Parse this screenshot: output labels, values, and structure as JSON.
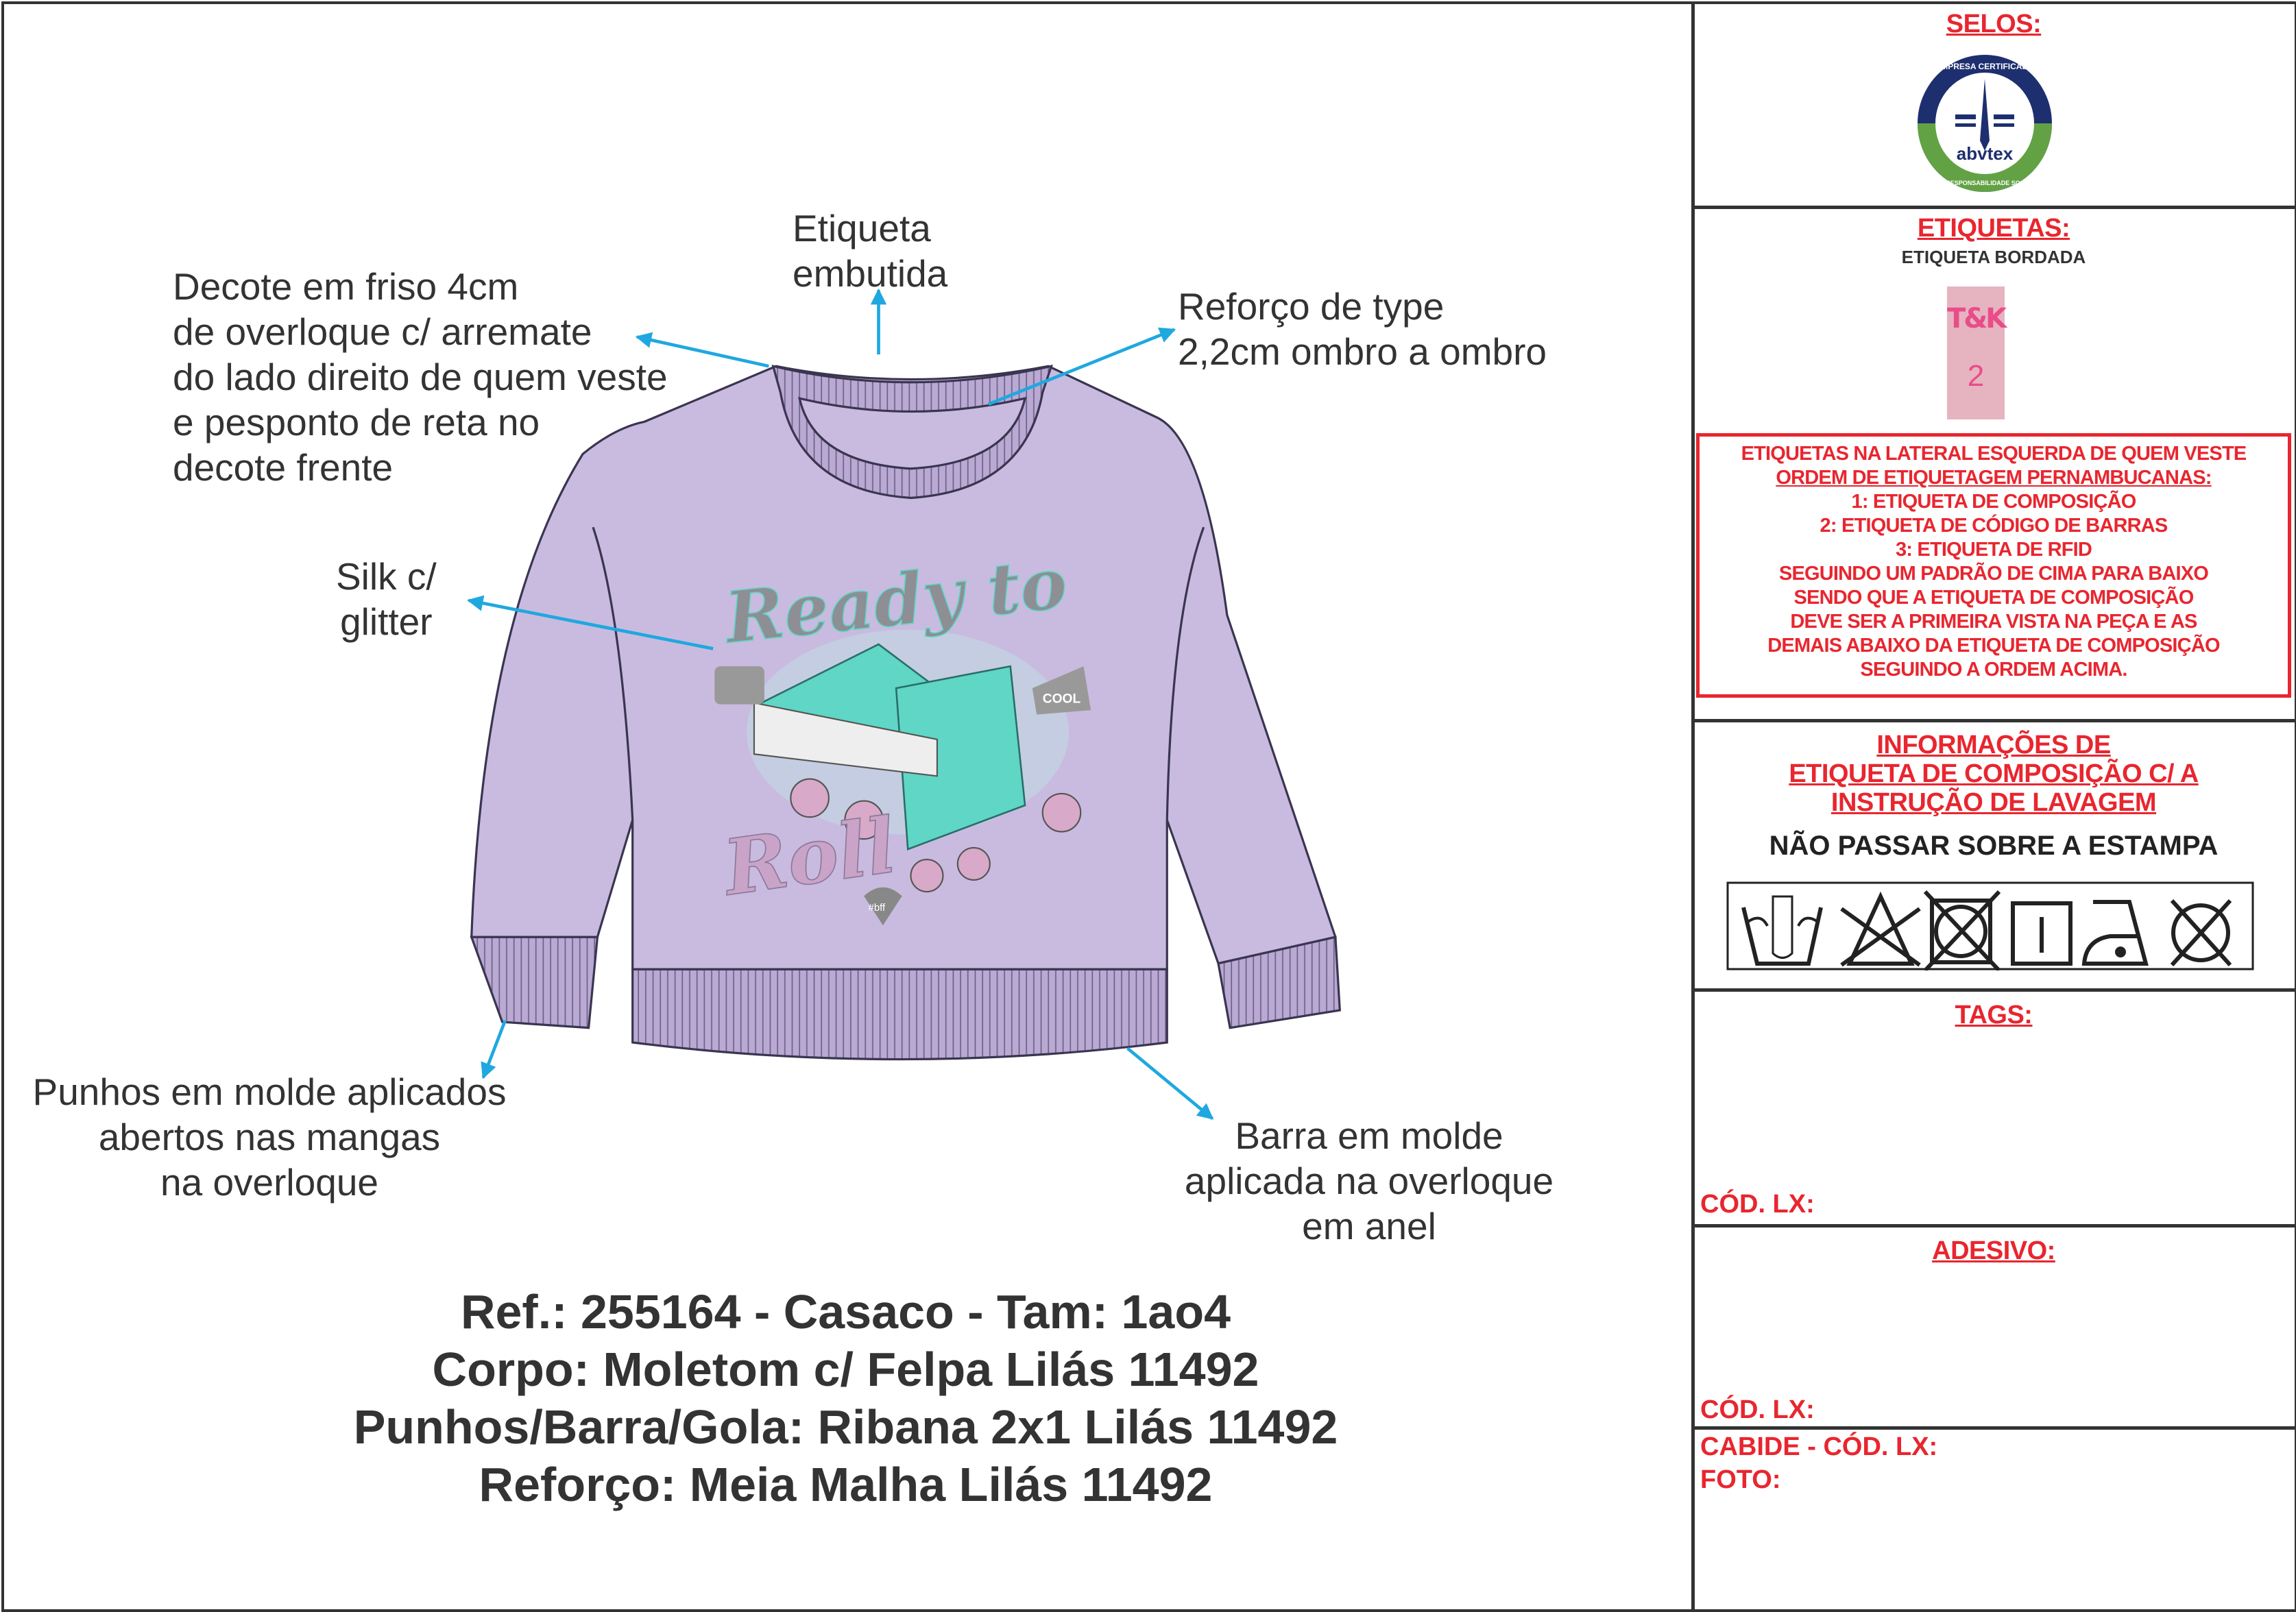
{
  "annotations": {
    "label_embutida": [
      "Etiqueta",
      "embutida"
    ],
    "decote": [
      "Decote em friso 4cm",
      "de overloque c/ arremate",
      "do lado direito de quem veste",
      "e pesponto de reta no",
      "decote frente"
    ],
    "reforco": [
      "Reforço de type",
      "2,2cm ombro a ombro"
    ],
    "silk": [
      "Silk c/",
      "glitter"
    ],
    "punhos": [
      "Punhos em molde aplicados",
      "abertos nas mangas",
      "na overloque"
    ],
    "barra": [
      "Barra em molde",
      "aplicada na overloque",
      "em anel"
    ]
  },
  "artwork": {
    "text1": "Ready to",
    "text2": "Roll",
    "badge1": "COOL",
    "badge2": "#bff"
  },
  "specs": [
    "Ref.: 255164 - Casaco - Tam: 1ao4",
    "Corpo: Moletom c/ Felpa Lilás 11492",
    "Punhos/Barra/Gola: Ribana 2x1 Lilás 11492",
    "Reforço: Meia Malha Lilás 11492"
  ],
  "panel": {
    "selos": {
      "title": "SELOS:",
      "seal_text": [
        "EMPRESA CERTIFICADA",
        "abvtex",
        "EM RESPONSABILIDADE SOCIAL"
      ]
    },
    "etiquetas": {
      "title": "ETIQUETAS:",
      "subtitle": "ETIQUETA BORDADA",
      "label_logo": "T&K",
      "label_size": "2"
    },
    "red_notice": [
      "ETIQUETAS NA LATERAL ESQUERDA DE QUEM VESTE",
      "ORDEM DE ETIQUETAGEM PERNAMBUCANAS:",
      "1: ETIQUETA DE COMPOSIÇÃO",
      "2: ETIQUETA DE CÓDIGO DE BARRAS",
      "3: ETIQUETA DE RFID",
      "SEGUINDO UM PADRÃO DE CIMA PARA BAIXO",
      "SENDO QUE A ETIQUETA DE COMPOSIÇÃO",
      "DEVE SER A PRIMEIRA VISTA NA PEÇA E AS",
      "DEMAIS ABAIXO DA ETIQUETA DE COMPOSIÇÃO",
      "SEGUINDO A ORDEM ACIMA."
    ],
    "composicao": {
      "title": [
        "INFORMAÇÕES DE",
        "ETIQUETA DE COMPOSIÇÃO C/ A",
        "INSTRUÇÃO DE LAVAGEM"
      ],
      "warning": "NÃO PASSAR SOBRE A ESTAMPA",
      "care_icons": [
        "hand-wash-icon",
        "no-bleach-icon",
        "no-tumble-dry-icon",
        "line-dry-icon",
        "iron-low-icon",
        "no-dry-clean-icon"
      ]
    },
    "tags": {
      "title": "TAGS:",
      "cod": "CÓD. LX:"
    },
    "adesivo": {
      "title": "ADESIVO:",
      "cod": "CÓD. LX:"
    },
    "cabide": {
      "cod": "CABIDE - CÓD. LX:",
      "foto": "FOTO:"
    }
  },
  "colors": {
    "accent_red": "#e8262f",
    "arrow_blue": "#1fa8e0",
    "lilac": "#c9bbdf",
    "teal": "#5fd6c6"
  }
}
